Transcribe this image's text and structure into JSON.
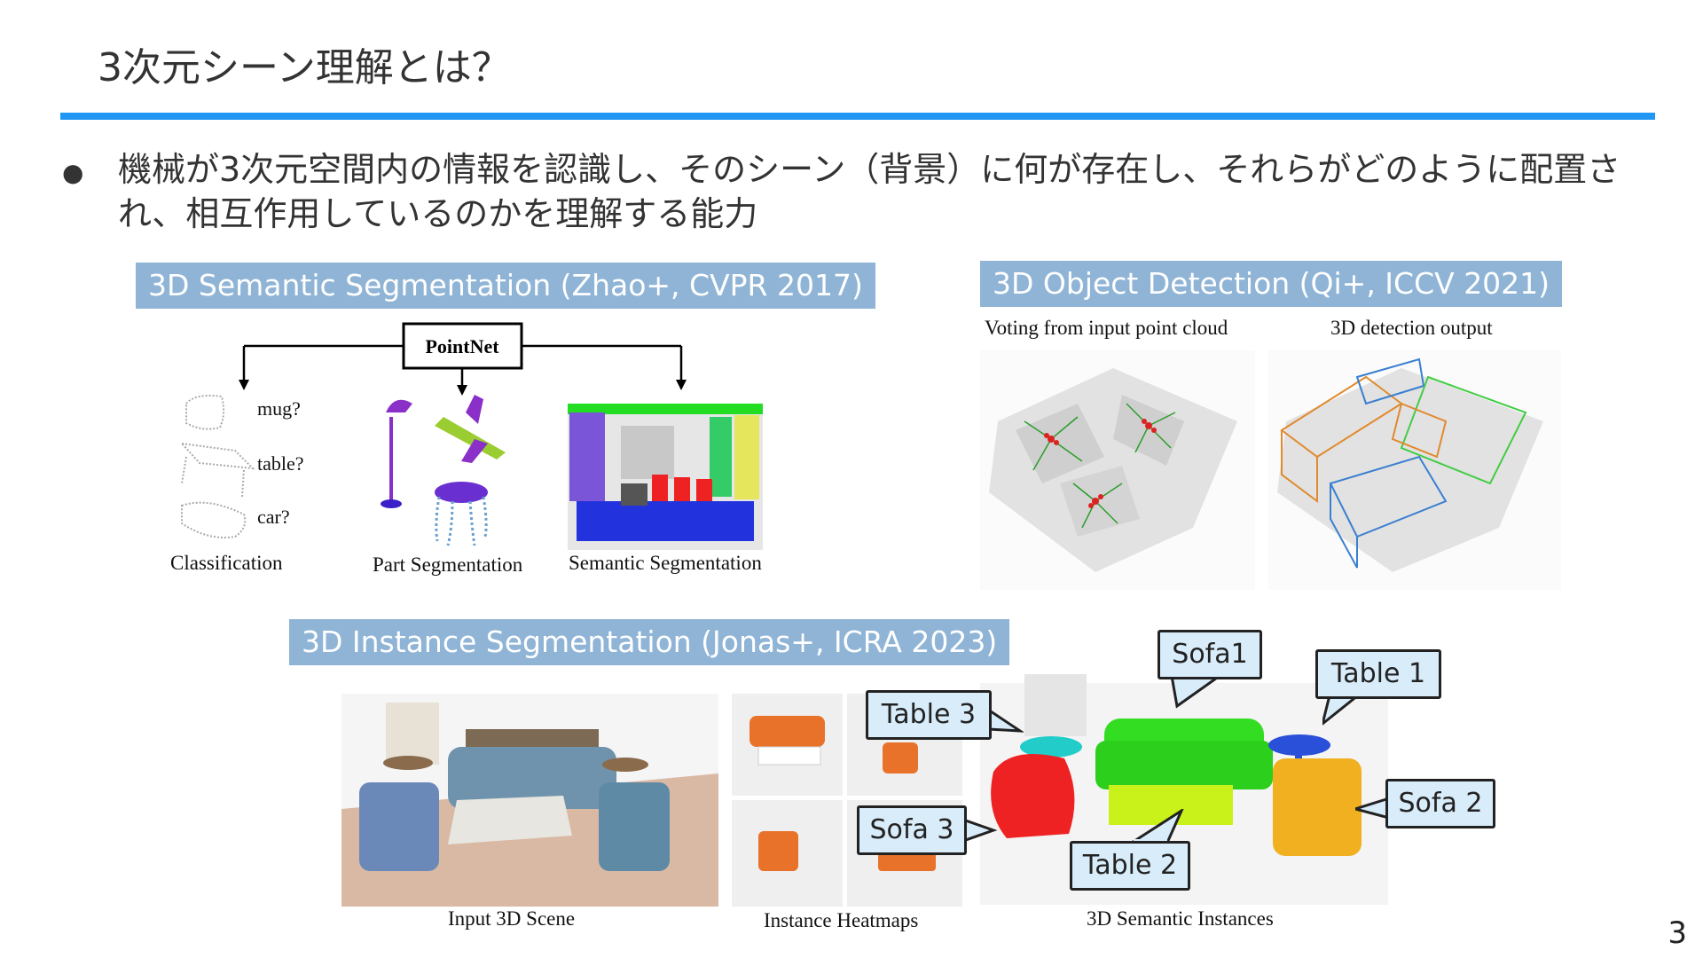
{
  "slide": {
    "title": "3次元シーン理解とは？",
    "bullet_symbol": "●",
    "bullet_text": "機械が3次元空間内の情報を認識し、そのシーン（背景）に何が存在し、それらがどのように配置され、相互作用しているのかを理解する能力",
    "page_number": "3",
    "accent_color": "#2196f3",
    "section_label_color": "#8fb4d6"
  },
  "semantic_seg": {
    "title": "3D Semantic Segmentation (Zhao+, CVPR 2017)",
    "network_label": "PointNet",
    "queries": [
      "mug?",
      "table?",
      "car?"
    ],
    "captions": [
      "Classification",
      "Part Segmentation",
      "Semantic Segmentation"
    ]
  },
  "object_detection": {
    "title": "3D Object Detection (Qi+, ICCV 2021)",
    "captions": [
      "Voting from input point cloud",
      "3D detection output"
    ]
  },
  "instance_seg": {
    "title": "3D Instance Segmentation (Jonas+, ICRA 2023)",
    "captions": [
      "Input 3D Scene",
      "Instance Heatmaps",
      "3D Semantic Instances"
    ],
    "callouts": [
      "Sofa1",
      "Table 1",
      "Table 3",
      "Sofa 2",
      "Sofa 3",
      "Table 2"
    ]
  }
}
